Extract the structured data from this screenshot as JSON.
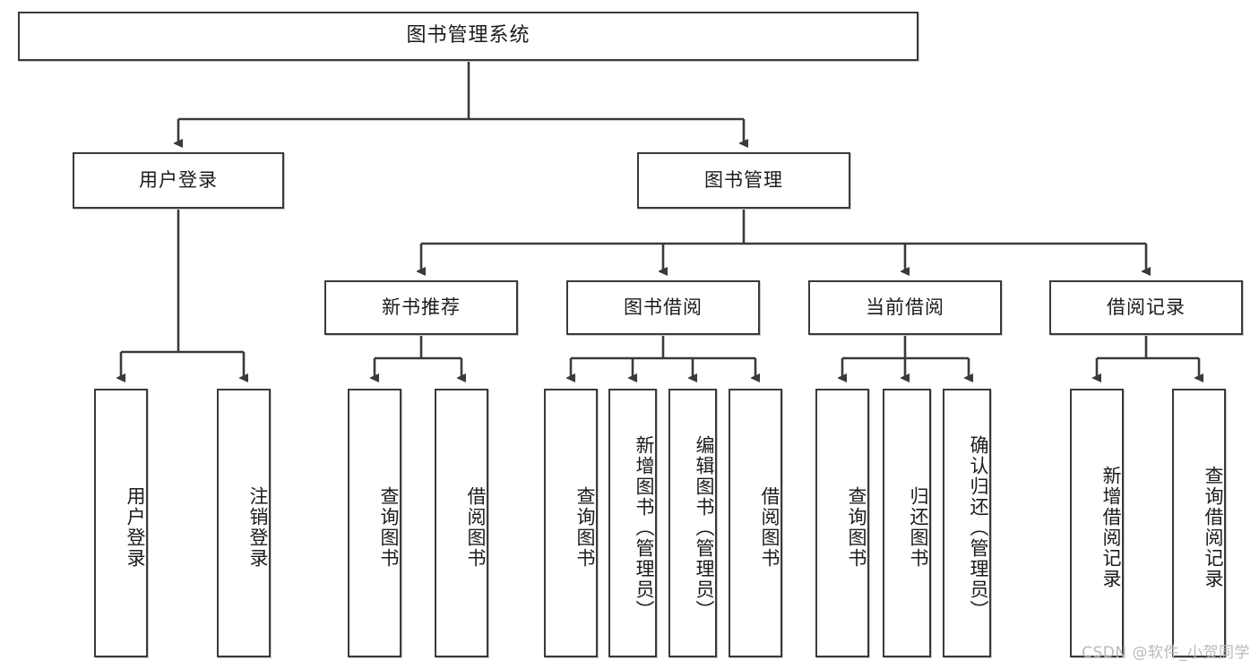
{
  "diagram": {
    "title": "图书管理系统",
    "type": "tree-hierarchy",
    "watermark": "CSDN @软件_小贺同学",
    "colors": {
      "box_border": "#3a3a3a",
      "box_fill": "#ffffff",
      "edge": "#3a3a3a",
      "text": "#1b1b1b",
      "watermark": "#b9b9b9",
      "background": "#ffffff"
    },
    "root": {
      "label": "图书管理系统"
    },
    "level1": [
      {
        "label": "用户登录"
      },
      {
        "label": "图书管理"
      }
    ],
    "level2": [
      {
        "label": "新书推荐"
      },
      {
        "label": "图书借阅"
      },
      {
        "label": "当前借阅"
      },
      {
        "label": "借阅记录"
      }
    ],
    "leaves": {
      "user_login": [
        {
          "label": "用户登录"
        },
        {
          "label": "注销登录"
        }
      ],
      "new_book_recommend": [
        {
          "label": "查询图书"
        },
        {
          "label": "借阅图书"
        }
      ],
      "book_borrow": [
        {
          "label": "查询图书"
        },
        {
          "label": "新增图书（管理员）"
        },
        {
          "label": "编辑图书（管理员）"
        },
        {
          "label": "借阅图书"
        }
      ],
      "current_borrow": [
        {
          "label": "查询图书"
        },
        {
          "label": "归还图书"
        },
        {
          "label": "确认归还（管理员）"
        }
      ],
      "borrow_record": [
        {
          "label": "新增借阅记录"
        },
        {
          "label": "查询借阅记录"
        }
      ]
    }
  }
}
